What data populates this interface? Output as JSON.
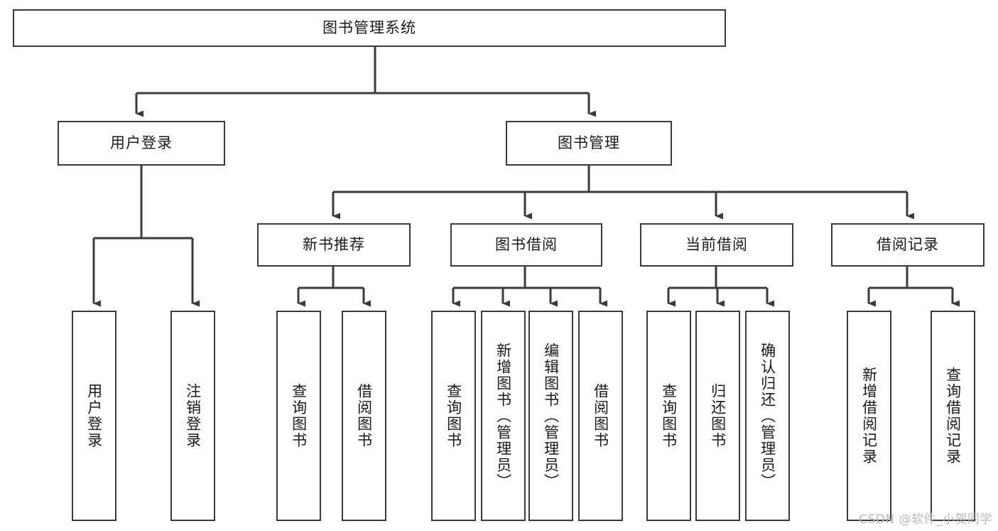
{
  "diagram": {
    "title": "图书管理系统",
    "type": "tree",
    "colors": {
      "stroke": "#3b3b3b",
      "box_fill": "#ffffff",
      "text": "#1a1a1a",
      "watermark": "#b9b9b9",
      "background": "#ffffff"
    },
    "nodes": {
      "root": {
        "label": "图书管理系统"
      },
      "level2": [
        {
          "id": "user-login",
          "label": "用户登录"
        },
        {
          "id": "book-management",
          "label": "图书管理"
        }
      ],
      "level3": [
        {
          "id": "new-book-recommend",
          "label": "新书推荐"
        },
        {
          "id": "book-borrow",
          "label": "图书借阅"
        },
        {
          "id": "current-borrow",
          "label": "当前借阅"
        },
        {
          "id": "borrow-record",
          "label": "借阅记录"
        }
      ],
      "leaves": {
        "user_login": [
          {
            "id": "leaf-user-login",
            "label": "用户登录"
          },
          {
            "id": "leaf-logout-login",
            "label": "注销登录"
          }
        ],
        "new_book_recommend": [
          {
            "id": "leaf-query-book-1",
            "label": "查询图书"
          },
          {
            "id": "leaf-borrow-book-1",
            "label": "借阅图书"
          }
        ],
        "book_borrow": [
          {
            "id": "leaf-query-book-2",
            "label": "查询图书"
          },
          {
            "id": "leaf-add-book",
            "label": "新增图书（管理员）"
          },
          {
            "id": "leaf-edit-book",
            "label": "编辑图书（管理员）"
          },
          {
            "id": "leaf-borrow-book-2",
            "label": "借阅图书"
          }
        ],
        "current_borrow": [
          {
            "id": "leaf-query-book-3",
            "label": "查询图书"
          },
          {
            "id": "leaf-return-book",
            "label": "归还图书"
          },
          {
            "id": "leaf-confirm-return",
            "label": "确认归还（管理员）"
          }
        ],
        "borrow_record": [
          {
            "id": "leaf-add-record",
            "label": "新增借阅记录"
          },
          {
            "id": "leaf-query-record",
            "label": "查询借阅记录"
          }
        ]
      }
    },
    "watermark": "CSDN @软件_小贺同学"
  }
}
